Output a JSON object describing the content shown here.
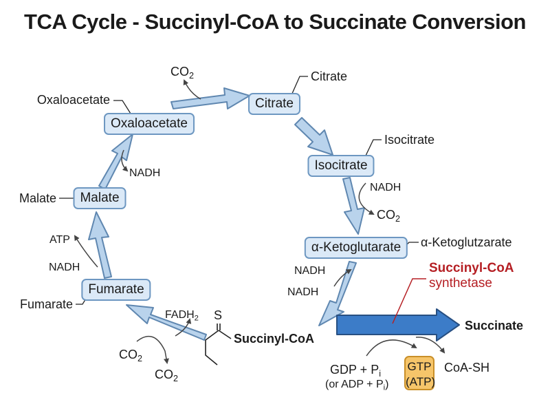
{
  "title": "TCA Cycle - Succinyl-CoA to Succinate Conversion",
  "nodes": {
    "citrate": "Citrate",
    "isocitrate": "Isocitrate",
    "alpha_ketoglutarate": "α-Ketoglutarate",
    "fumarate": "Fumarate",
    "malate": "Malate",
    "oxaloacetate": "Oxaloacetate"
  },
  "side_labels": {
    "citrate": "Citrate",
    "isocitrate": "Isocitrate",
    "alpha_ketoglutarate": "α-Ketoglutzarate",
    "oxaloacetate": "Oxaloacetate",
    "malate": "Malate",
    "fumarate": "Fumarate"
  },
  "cofactors": {
    "co2_top": "CO",
    "nadh_oxaloacetate": "NADH",
    "nadh_isocitrate": "NADH",
    "co2_isocitrate": "CO",
    "atp_malate": "ATP",
    "nadh_malate": "NADH",
    "nadh_akg_1": "NADH",
    "nadh_akg_2": "NADH",
    "fadh_fumarate": "FADH",
    "co2_fumarate_1": "CO",
    "co2_fumarate_2": "CO",
    "subscript_2": "2"
  },
  "succinyl": {
    "structure_atom": "S",
    "label": "Succinyl-CoA"
  },
  "reaction": {
    "enzyme_line1": "Succinyl-CoA",
    "enzyme_line2": "synthetase",
    "product": "Succinate",
    "gdp_line": "GDP + P",
    "phosphate_sub": "i",
    "adp_line_open": "(or ADP + P",
    "adp_line_close": ")",
    "gtp": "GTP",
    "atp": "(ATP)",
    "coa_sh": "CoA-SH"
  },
  "colors": {
    "cycle_arrow_fill": "#b9d3ec",
    "cycle_arrow_stroke": "#5f87b0",
    "main_arrow_fill": "#3c7cc8",
    "main_arrow_stroke": "#274f82",
    "node_fill": "#dbe9f7",
    "node_border": "#6d97c1",
    "enzyme_text": "#b51f24",
    "gtp_fill": "#f6c56a"
  }
}
